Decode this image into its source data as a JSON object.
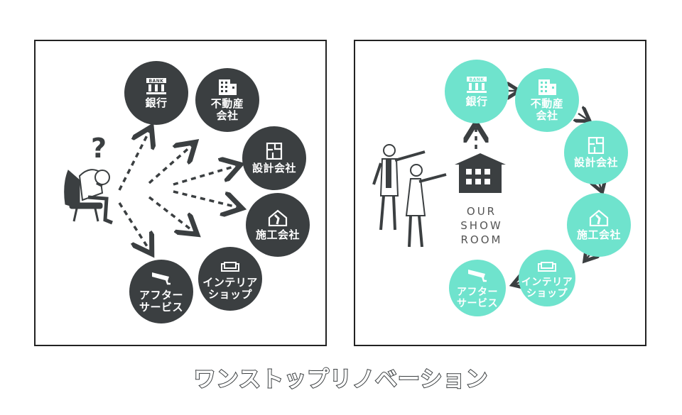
{
  "colors": {
    "dark": "#3b3f41",
    "mint": "#6fe3cd",
    "outline": "#222222"
  },
  "left_panel": {
    "question_mark": "?",
    "nodes": [
      {
        "label": "銀行",
        "icon": "bank-icon",
        "icon_text": "BANK"
      },
      {
        "label": "不動産\n会社",
        "icon": "building-icon"
      },
      {
        "label": "設計会社",
        "icon": "floorplan-icon"
      },
      {
        "label": "施工会社",
        "icon": "house-tool-icon"
      },
      {
        "label": "インテリア\nショップ",
        "icon": "sofa-icon"
      },
      {
        "label": "アフター\nサービス",
        "icon": "security-camera-icon"
      }
    ]
  },
  "right_panel": {
    "showroom_label": "OUR\nSHOW\nROOM",
    "nodes": [
      {
        "label": "銀行",
        "icon": "bank-icon",
        "icon_text": "BANK"
      },
      {
        "label": "不動産\n会社",
        "icon": "building-icon"
      },
      {
        "label": "設計会社",
        "icon": "floorplan-icon"
      },
      {
        "label": "施工会社",
        "icon": "house-tool-icon"
      },
      {
        "label": "インテリア\nショップ",
        "icon": "sofa-icon"
      },
      {
        "label": "アフター\nサービス",
        "icon": "security-camera-icon"
      }
    ]
  },
  "caption": "ワンストップリノベーション"
}
